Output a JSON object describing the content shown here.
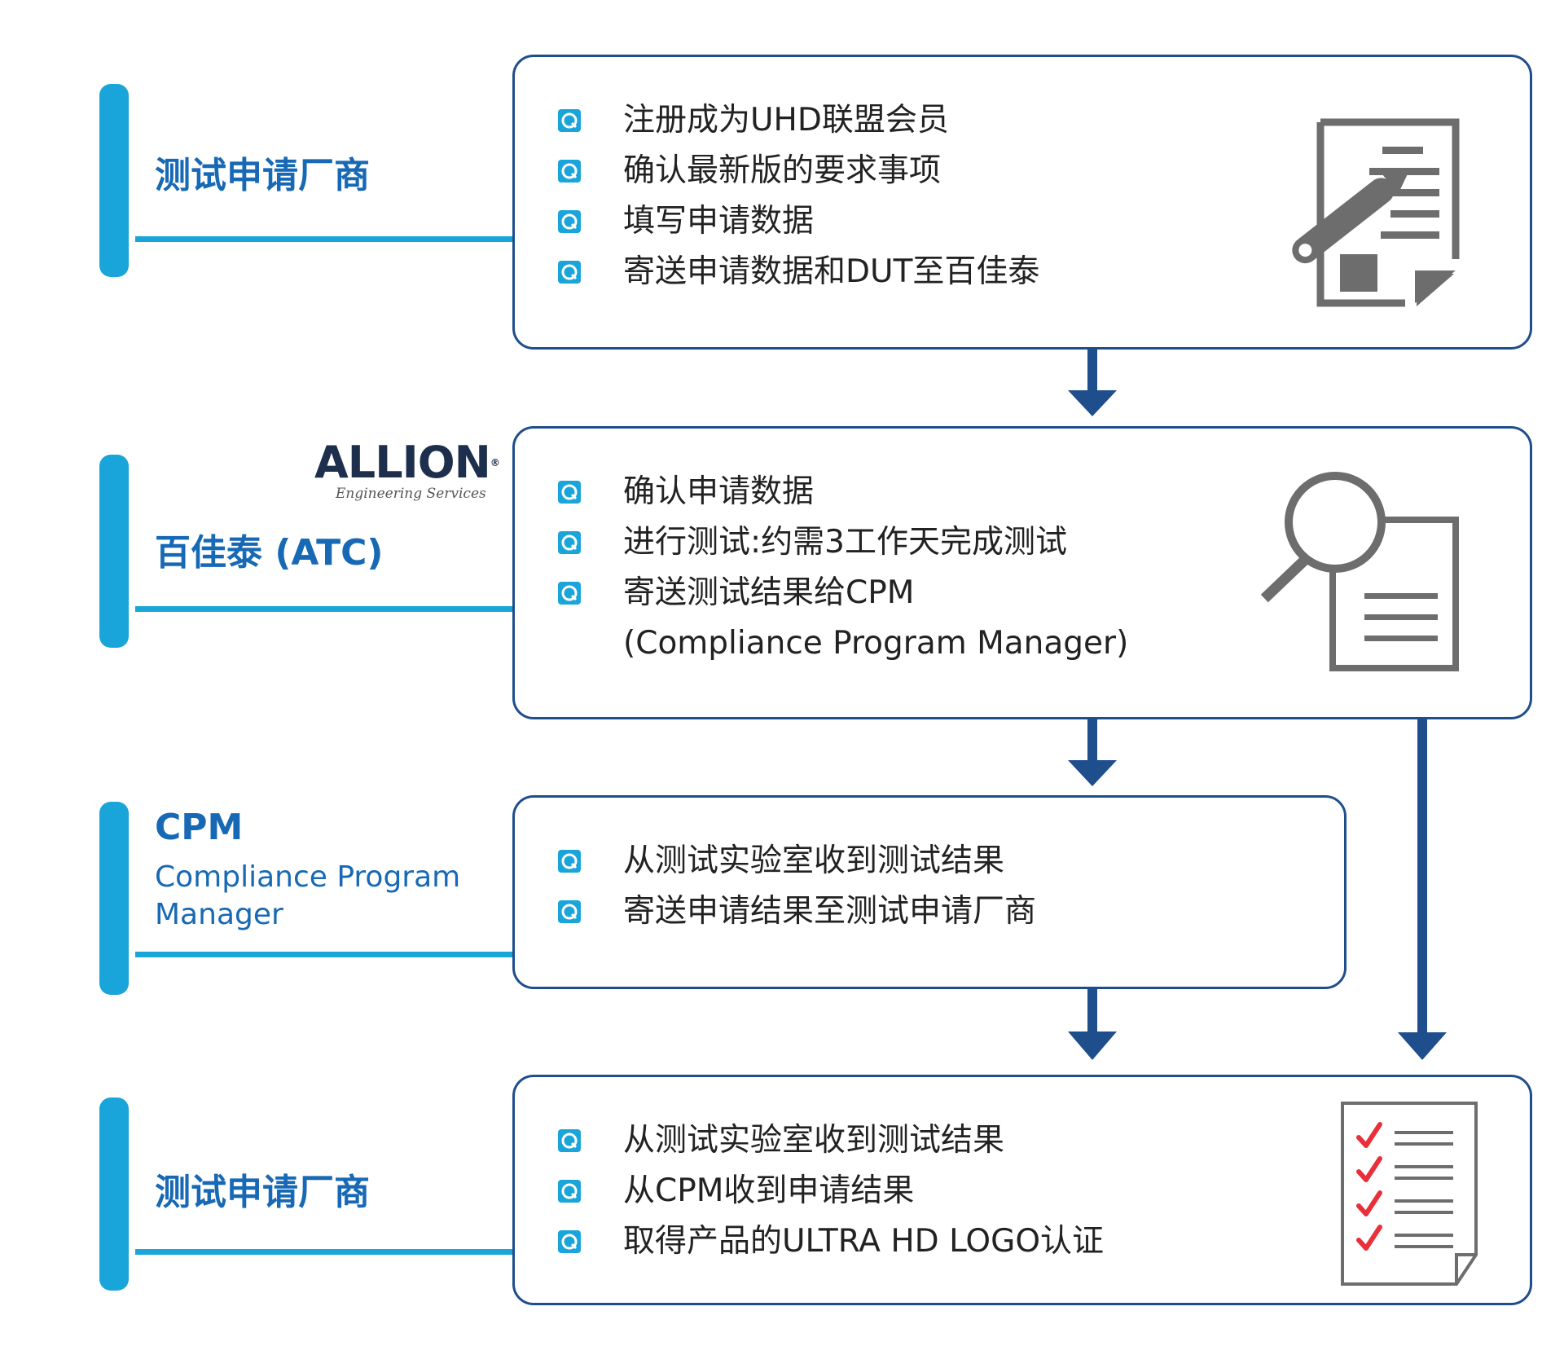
{
  "colors": {
    "accent_cyan": "#19a5d9",
    "title_blue": "#1769b5",
    "box_border": "#1f4e8c",
    "arrow": "#1f4e8c",
    "icon_gray": "#6d6d6d",
    "check_red": "#e8303a",
    "text": "#222222"
  },
  "logo": {
    "brand": "ALLION",
    "registered": "®",
    "tagline": "Engineering Services"
  },
  "stages": [
    {
      "title": "测试申请厂商",
      "items": [
        "注册成为UHD联盟会员",
        "确认最新版的要求事项",
        "填写申请数据",
        "寄送申请数据和DUT至百佳泰"
      ],
      "icon": "document-edit-icon"
    },
    {
      "title": "百佳泰 (ATC)",
      "items": [
        "确认申请数据",
        "进行测试:约需3工作天完成测试",
        "寄送测试结果给CPM"
      ],
      "continuation": "(Compliance Program Manager)",
      "icon": "document-search-icon"
    },
    {
      "title": "CPM",
      "subtitle_line1": "Compliance Program",
      "subtitle_line2": "Manager",
      "items": [
        "从测试实验室收到测试结果",
        "寄送申请结果至测试申请厂商"
      ]
    },
    {
      "title": "测试申请厂商",
      "items": [
        "从测试实验室收到测试结果",
        "从CPM收到申请结果",
        "取得产品的ULTRA HD LOGO认证"
      ],
      "icon": "checklist-icon"
    }
  ]
}
